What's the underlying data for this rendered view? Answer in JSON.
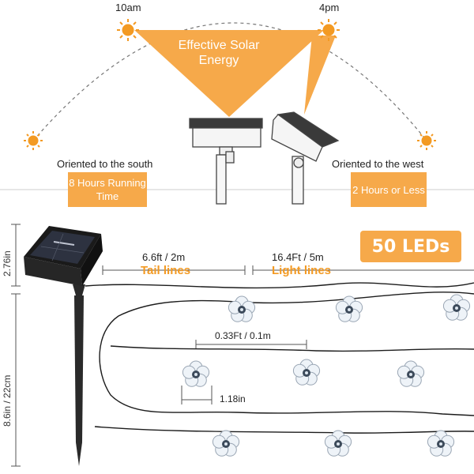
{
  "solar": {
    "time_left": "10am",
    "time_right": "4pm",
    "energy_label": "Effective Solar Energy",
    "south_label": "Oriented to the south",
    "west_label": "Oriented to the west",
    "south_badge": "8 Hours Running Time",
    "west_badge": "2 Hours or Less"
  },
  "specs": {
    "panel_height": "2.76in",
    "stake_height": "8.6in / 22cm",
    "tail_length": "6.6ft / 2m",
    "tail_label": "Tail lines",
    "light_length": "16.4Ft / 5m",
    "light_label": "Light lines",
    "led_spacing": "0.33Ft / 0.1m",
    "led_size": "1.18in",
    "led_count": "50 LEDs"
  },
  "colors": {
    "accent": "#f6a94a",
    "sun": "#f39a23",
    "wire": "#1c1c1c"
  }
}
